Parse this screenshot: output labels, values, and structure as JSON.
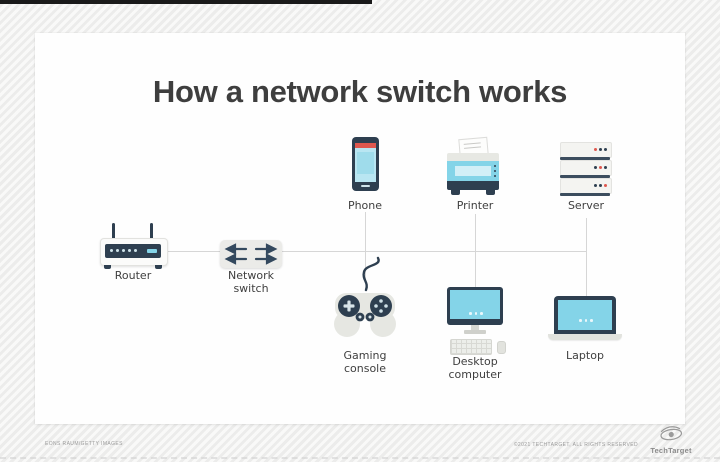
{
  "title": "How a network switch works",
  "nodes": {
    "router": "Router",
    "network_switch": "Network switch",
    "phone": "Phone",
    "printer": "Printer",
    "server": "Server",
    "gaming_console": "Gaming console",
    "desktop_computer": "Desktop computer",
    "laptop": "Laptop"
  },
  "footer": {
    "credit": "EONS RAUM/GETTY IMAGES",
    "copyright": "©2021 TECHTARGET, ALL RIGHTS RESERVED",
    "brand": "TechTarget"
  },
  "colors": {
    "navy": "#2e3f50",
    "cyan": "#84d4e8",
    "cyan_light": "#b9e6f2",
    "red": "#df574e",
    "icon_gray": "#e7e8e3",
    "line": "#d6d6d6",
    "text": "#3e3e3e",
    "bg": "#f1f1f0",
    "card": "#fefefe"
  }
}
